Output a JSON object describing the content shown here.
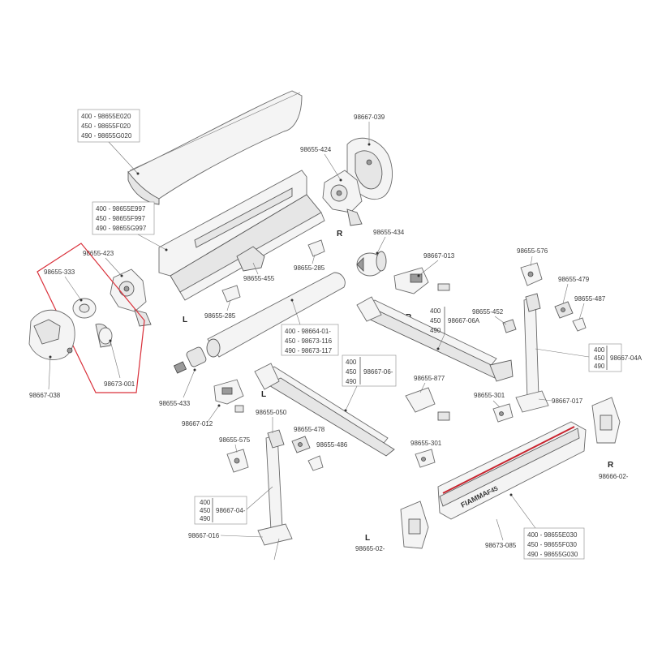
{
  "labels": {
    "p98667_039": "98667-039",
    "p98655_424": "98655-424",
    "p98655_423": "98655-423",
    "p98655_333": "98655-333",
    "p98673_001": "98673-001",
    "p98667_038": "98667-038",
    "p98655_455": "98655-455",
    "p98655_285a": "98655-285",
    "p98655_285b": "98655-285",
    "p98655_434": "98655-434",
    "p98667_013": "98667-013",
    "p98655_576": "98655-576",
    "p98655_479": "98655-479",
    "p98655_487": "98655-487",
    "p98655_452": "98655-452",
    "p98655_433": "98655-433",
    "p98667_012": "98667-012",
    "p98655_877": "98655-877",
    "p98655_301a": "98655-301",
    "p98667_017": "98667-017",
    "p98655_050": "98655-050",
    "p98655_478": "98655-478",
    "p98655_486": "98655-486",
    "p98655_575": "98655-575",
    "p98655_301b": "98655-301",
    "p98667_016": "98667-016",
    "p98665_02": "98665-02-",
    "p98673_085": "98673-085",
    "p98666_02": "98666-02-",
    "brand": "FIAMMA",
    "brand_model": "F45"
  },
  "side_markers": {
    "r1": "R",
    "r2": "R",
    "r3": "R",
    "l1": "L",
    "l2": "L",
    "l3": "L"
  },
  "size_tables": {
    "cover_top": [
      "400 - 98655E020",
      "450 - 98655F020",
      "490 - 98655G020"
    ],
    "profile": [
      "400 - 98655E997",
      "450 - 98655F997",
      "490 - 98655G997"
    ],
    "roller": [
      "400 - 98664-01-",
      "450 - 98673-116",
      "490 - 98673-117"
    ],
    "cover_front": [
      "400 - 98655E030",
      "450 - 98655F030",
      "490 - 98655G030"
    ]
  },
  "bracket_tables": {
    "arm_right": {
      "sizes": [
        "400",
        "450",
        "490"
      ],
      "code": "98667-06A"
    },
    "arm_left": {
      "sizes": [
        "400",
        "450",
        "490"
      ],
      "code": "98667-06-"
    },
    "leg_right": {
      "sizes": [
        "400",
        "450",
        "490"
      ],
      "code": "98667-04A"
    },
    "leg_left": {
      "sizes": [
        "400",
        "450",
        "490"
      ],
      "code": "98667-04-"
    }
  },
  "colors": {
    "highlight": "#d9303a",
    "brand_stripe": "#c8252f"
  }
}
